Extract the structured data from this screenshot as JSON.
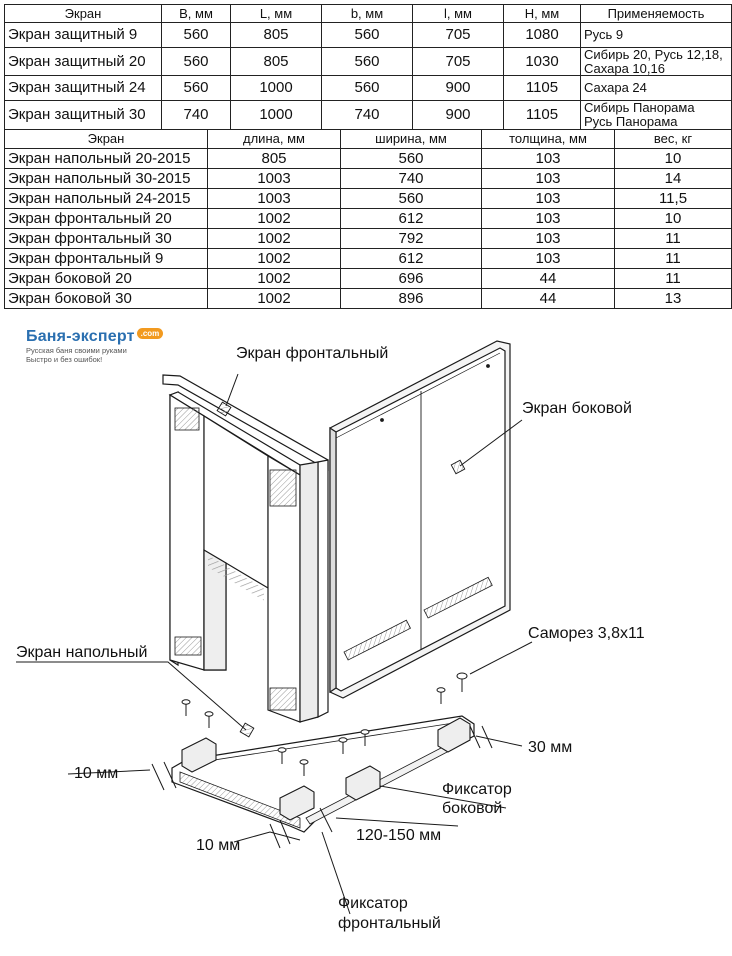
{
  "table1": {
    "headers": [
      "Экран",
      "B, мм",
      "L, мм",
      "b, мм",
      "l, мм",
      "H, мм",
      "Применяемость"
    ],
    "rows": [
      {
        "name": "Экран защитный 9",
        "B": "560",
        "L": "805",
        "b": "560",
        "l": "705",
        "H": "1080",
        "apps": [
          "Русь 9"
        ]
      },
      {
        "name": "Экран защитный 20",
        "B": "560",
        "L": "805",
        "b": "560",
        "l": "705",
        "H": "1030",
        "apps": [
          "Сибирь 20, Русь 12,18,",
          "Сахара 10,16"
        ]
      },
      {
        "name": "Экран защитный 24",
        "B": "560",
        "L": "1000",
        "b": "560",
        "l": "900",
        "H": "1105",
        "apps": [
          "Сахара 24"
        ]
      },
      {
        "name": "Экран защитный 30",
        "B": "740",
        "L": "1000",
        "b": "740",
        "l": "900",
        "H": "1105",
        "apps": [
          "Сибирь Панорама",
          "Русь Панорама"
        ]
      }
    ]
  },
  "table2": {
    "headers": [
      "Экран",
      "длина, мм",
      "ширина, мм",
      "толщина, мм",
      "вес, кг"
    ],
    "rows": [
      [
        "Экран напольный 20-2015",
        "805",
        "560",
        "103",
        "10"
      ],
      [
        "Экран напольный 30-2015",
        "1003",
        "740",
        "103",
        "14"
      ],
      [
        "Экран напольный 24-2015",
        "1003",
        "560",
        "103",
        "11,5"
      ],
      [
        "Экран фронтальный 20",
        "1002",
        "612",
        "103",
        "10"
      ],
      [
        "Экран фронтальный 30",
        "1002",
        "792",
        "103",
        "11"
      ],
      [
        "Экран фронтальный 9",
        "1002",
        "612",
        "103",
        "11"
      ],
      [
        "Экран боковой 20",
        "1002",
        "696",
        "44",
        "11"
      ],
      [
        "Экран боковой 30",
        "1002",
        "896",
        "44",
        "13"
      ]
    ]
  },
  "logo": {
    "brand": "Баня-эксперт",
    "domain": ".com",
    "tagline1": "Русская баня своими руками",
    "tagline2": "Быстро и без ошибок!"
  },
  "labels": {
    "front": "Экран фронтальный",
    "side": "Экран боковой",
    "floor": "Экран напольный",
    "screw": "Саморез 3,8х11",
    "dim10_left": "10 мм",
    "dim30": "30 мм",
    "fix_side_1": "Фиксатор",
    "fix_side_2": "боковой",
    "dim10_bottom": "10 мм",
    "dim120": "120-150 мм",
    "fix_front_1": "Фиксатор",
    "fix_front_2": "фронтальный"
  },
  "colors": {
    "panel": "#ffffff",
    "hatch": "#b8b8b8",
    "line": "#1a1a1a",
    "brand": "#2a6fb0",
    "accent": "#f29a1f"
  }
}
